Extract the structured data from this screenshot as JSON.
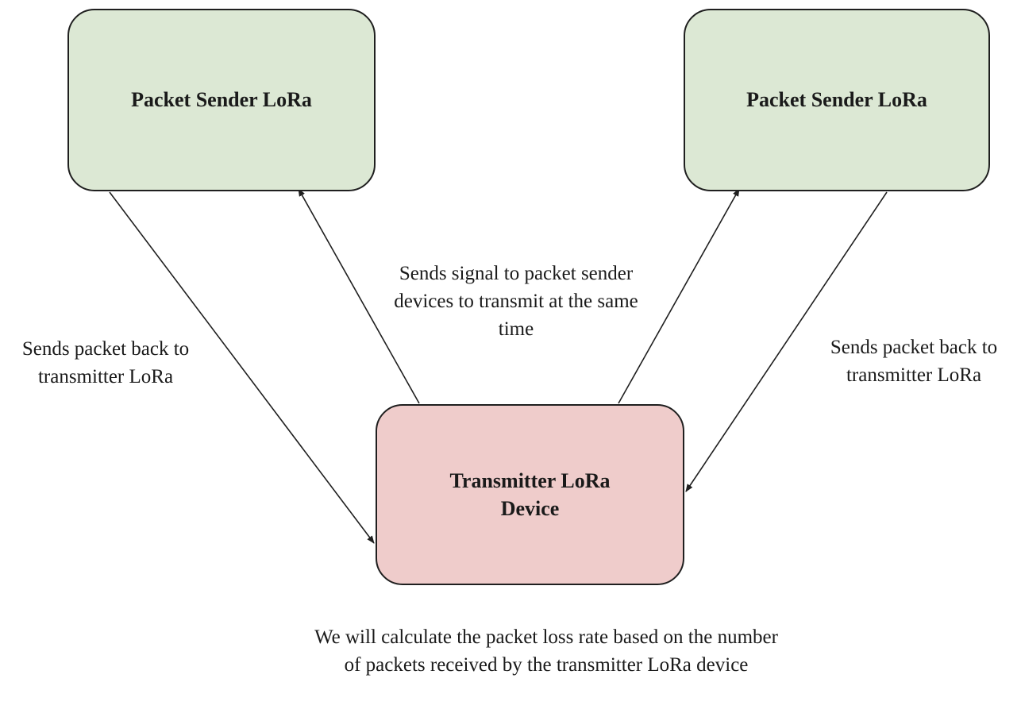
{
  "nodes": {
    "sender_left": {
      "label": "Packet Sender LoRa"
    },
    "sender_right": {
      "label": "Packet Sender LoRa"
    },
    "transmitter": {
      "label": "Transmitter LoRa Device"
    }
  },
  "edge_labels": {
    "left": "Sends packet back to transmitter LoRa",
    "right": "Sends packet back to transmitter LoRa",
    "center": "Sends signal to packet sender devices to transmit at the same time"
  },
  "footnote": "We will calculate the packet loss rate based on the number of packets received by the transmitter LoRa device",
  "colors": {
    "sender_fill": "#dce8d4",
    "transmitter_fill": "#efcccb",
    "stroke": "#1f1f1f"
  }
}
